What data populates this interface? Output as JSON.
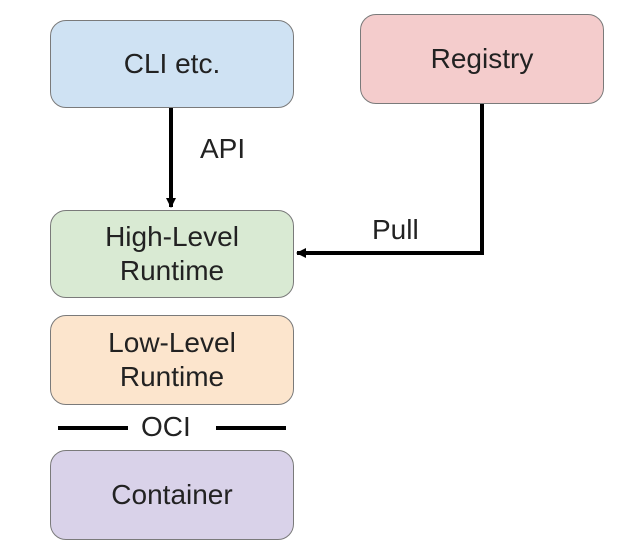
{
  "nodes": {
    "cli": {
      "label": "CLI etc.",
      "color": "#cfe2f3"
    },
    "registry": {
      "label": "Registry",
      "color": "#f4cccc"
    },
    "high_level_runtime": {
      "label": "High-Level\nRuntime",
      "color": "#d9ead3"
    },
    "low_level_runtime": {
      "label": "Low-Level\nRuntime",
      "color": "#fce5cd"
    },
    "container": {
      "label": "Container",
      "color": "#d9d2e9"
    }
  },
  "edges": {
    "api": {
      "label": "API",
      "from": "cli",
      "to": "high_level_runtime"
    },
    "pull": {
      "label": "Pull",
      "from": "registry",
      "to": "high_level_runtime"
    }
  },
  "separator": {
    "label": "OCI"
  },
  "line_color": "#000000"
}
